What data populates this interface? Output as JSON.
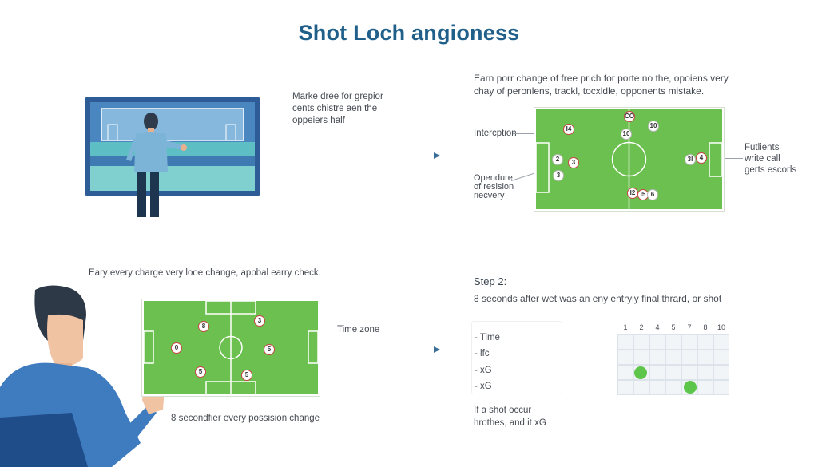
{
  "title": "Shot Loch angioness",
  "top_left": {
    "caption": [
      "Marke dree for grepior",
      "cents chistre aen the",
      "oppeiers half"
    ]
  },
  "top_right": {
    "heading": [
      "Earn porr change of free prich for porte no the, opoiens very",
      "chay of peronlens, trackl, tocxldle, opponents mistake."
    ],
    "label_interception": "Intercption",
    "label_opendure": [
      "Opendure",
      "of resision",
      "riecvery"
    ],
    "label_right": [
      "Futlients",
      "write call",
      "gerts escorls"
    ],
    "players": [
      "I4",
      "CO",
      "10",
      "10",
      "2",
      "3",
      "3",
      "3I",
      "4",
      "I2",
      "I5",
      "6"
    ]
  },
  "bottom_left": {
    "heading": "Eary every charge very looe change, appbal earry check.",
    "caption": "8 secondfier every possision change",
    "players": [
      "8",
      "3",
      "0",
      "5",
      "5",
      "5"
    ]
  },
  "bottom_right": {
    "step": "Step 2:",
    "subtitle": "8 seconds after wet was an eny entryly final thrard, or shot",
    "time_zone": "Time zone",
    "list": [
      "- Time",
      "- lfc",
      "- xG",
      "- xG"
    ],
    "footer": [
      "If a shot occur",
      "hrothes, and it xG"
    ],
    "grid_headers": [
      "1",
      "2",
      "4",
      "5",
      "7",
      "8",
      "10"
    ],
    "grid_dot_color": "#5cc54a"
  },
  "colors": {
    "title": "#1f5f8a",
    "pitch": "#6cc04f",
    "arrow": "#3a6d96",
    "tv_frame": "#2d5c97"
  }
}
